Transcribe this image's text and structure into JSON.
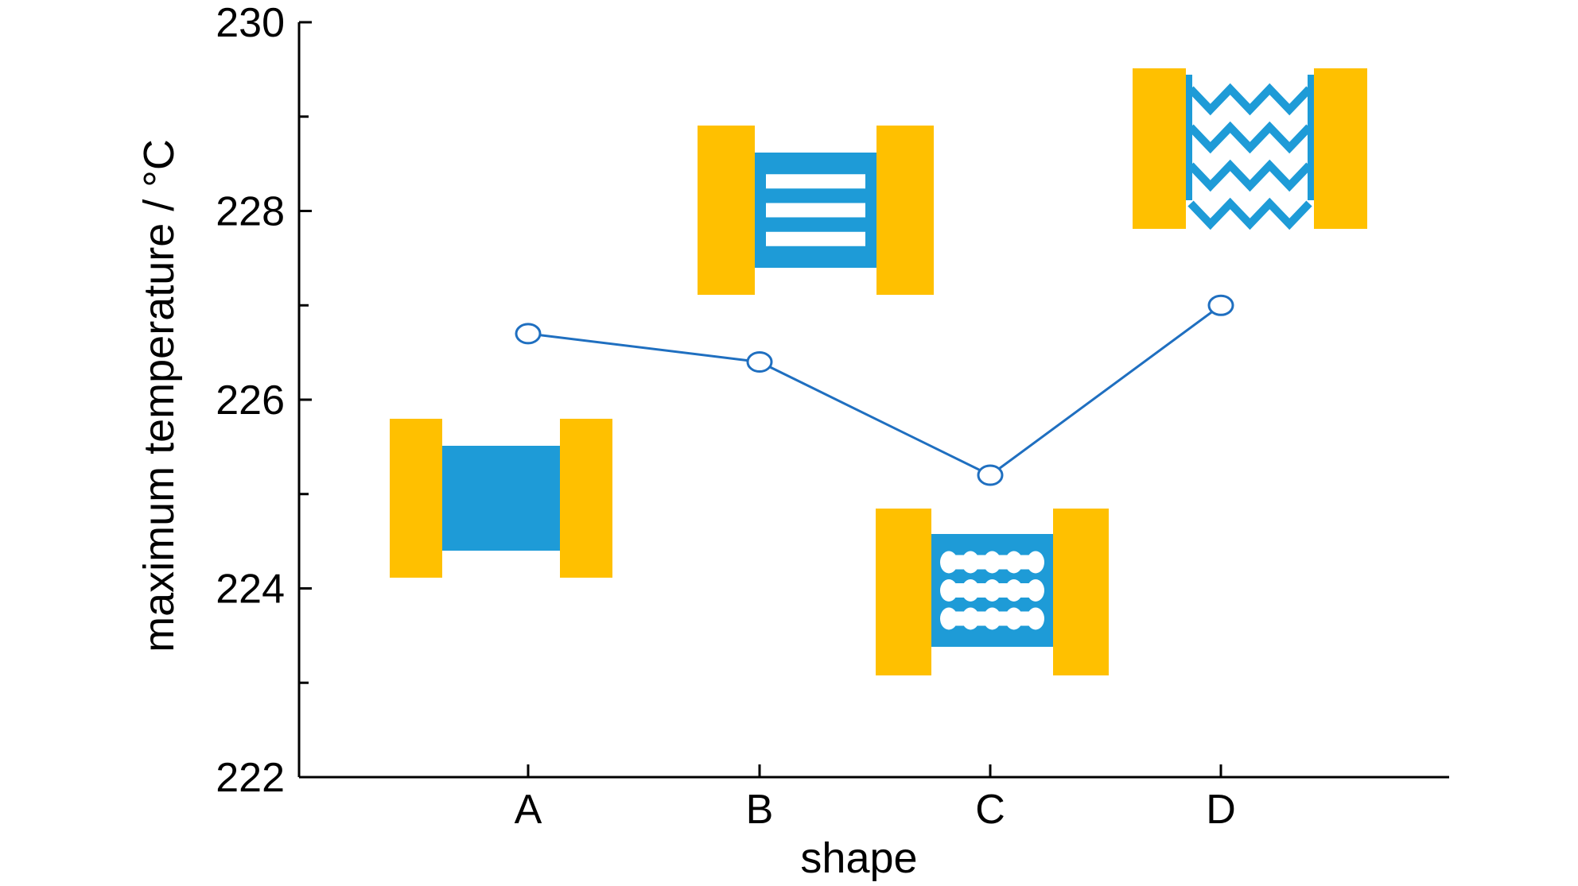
{
  "colors": {
    "line": "#1f6fc0",
    "electrode": "#ffc000",
    "channel": "#1e9bd7",
    "axis": "#000000"
  },
  "chart_data": {
    "type": "line",
    "title": "",
    "xlabel": "shape",
    "ylabel": "maximum temperature / °C",
    "categories": [
      "A",
      "B",
      "C",
      "D"
    ],
    "ylim": [
      222,
      230
    ],
    "yticks": [
      222,
      224,
      226,
      228,
      230
    ],
    "ytick_labels": [
      "222",
      "224",
      "226",
      "228",
      "230"
    ],
    "yminor_step": 1,
    "grid": false,
    "legend": "none",
    "series": [
      {
        "values": [
          226.7,
          226.4,
          225.2,
          227.0
        ],
        "marker": "open-circle"
      }
    ],
    "insets": [
      {
        "shape": "A",
        "pattern": "solid"
      },
      {
        "shape": "B",
        "pattern": "bars"
      },
      {
        "shape": "C",
        "pattern": "beaded-bars"
      },
      {
        "shape": "D",
        "pattern": "zigzag"
      }
    ]
  }
}
